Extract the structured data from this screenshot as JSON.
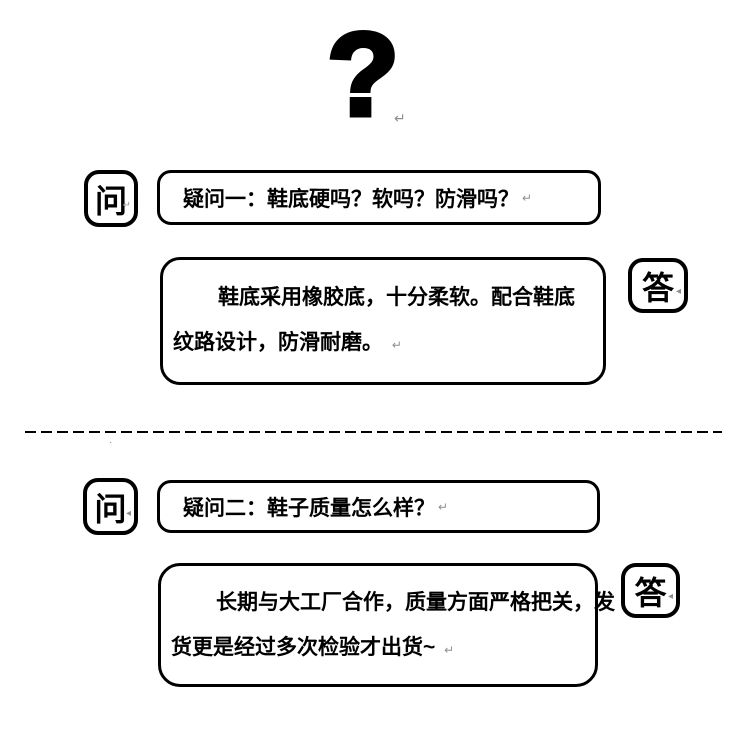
{
  "colors": {
    "ink": "#000000",
    "paper": "#ffffff",
    "mark_gray": "#8f8f8f"
  },
  "marks": {
    "pilcrow": "↵",
    "triangle": "◂",
    "dot": "·"
  },
  "header": {
    "big_question_mark": "?"
  },
  "qa_blocks": [
    {
      "question_badge_label": "问",
      "question_text": "疑问一：鞋底硬吗？软吗？防滑吗？",
      "answer_line_1": "鞋底采用橡胶底，十分柔软。配合鞋底",
      "answer_line_2": "纹路设计，防滑耐磨。",
      "answer_badge_label": "答"
    },
    {
      "question_badge_label": "问",
      "question_text": "疑问二：鞋子质量怎么样？",
      "answer_line_1": "长期与大工厂合作，质量方面严格把关，发",
      "answer_line_2": "货更是经过多次检验才出货~",
      "answer_badge_label": "答"
    }
  ]
}
